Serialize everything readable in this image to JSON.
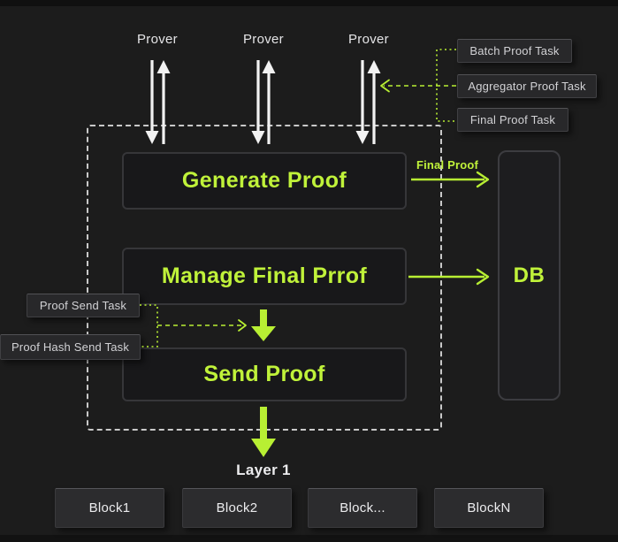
{
  "colors": {
    "accent": "#c0f23a",
    "background": "#1c1c1c",
    "white_arrow": "#f2f2f2"
  },
  "provers": {
    "labels": [
      "Prover",
      "Prover",
      "Prover"
    ]
  },
  "right_tasks": {
    "batch": "Batch Proof Task",
    "aggregator": "Aggregator Proof Task",
    "final": "Final Proof Task"
  },
  "left_tasks": {
    "proof_send": "Proof Send Task",
    "proof_hash_send": "Proof Hash Send Task"
  },
  "flow": {
    "generate": "Generate Proof",
    "manage": "Manage Final Prrof",
    "send": "Send Proof"
  },
  "db": {
    "label": "DB"
  },
  "annotations": {
    "final_proof": "Final Proof"
  },
  "layer1": {
    "label": "Layer 1"
  },
  "blocks": {
    "labels": [
      "Block1",
      "Block2",
      "Block...",
      "BlockN"
    ]
  }
}
